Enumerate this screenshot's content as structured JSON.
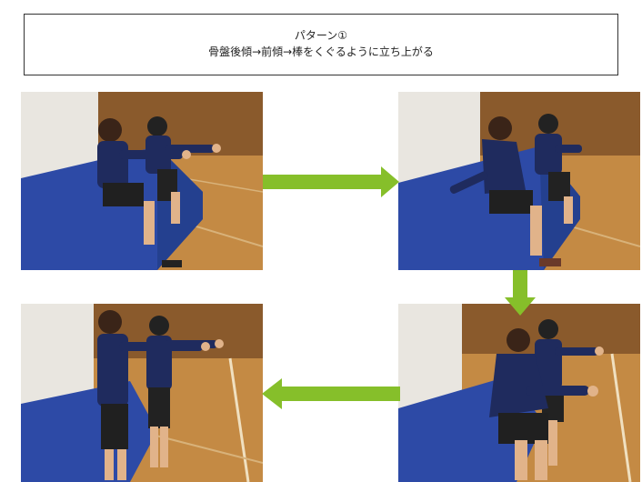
{
  "header": {
    "line1": "パターン①",
    "line2": "骨盤後傾→前傾→棒をくぐるように立ち上がる"
  },
  "colors": {
    "arrow": "#86bf2a",
    "mat": "#2d4aa6",
    "floor": "#c48a44",
    "wall": "#8a5a2c",
    "uniform": "#1f2b5e"
  },
  "photos": [
    {
      "step": 1,
      "pose": "seated-arms-forward"
    },
    {
      "step": 2,
      "pose": "seated-leaning-forward"
    },
    {
      "step": 3,
      "pose": "rising-arms-forward"
    },
    {
      "step": 4,
      "pose": "standing-arms-forward"
    }
  ],
  "arrows": [
    {
      "direction": "right",
      "icon": "arrow-right-icon"
    },
    {
      "direction": "down",
      "icon": "arrow-down-icon"
    },
    {
      "direction": "left",
      "icon": "arrow-left-icon"
    }
  ]
}
